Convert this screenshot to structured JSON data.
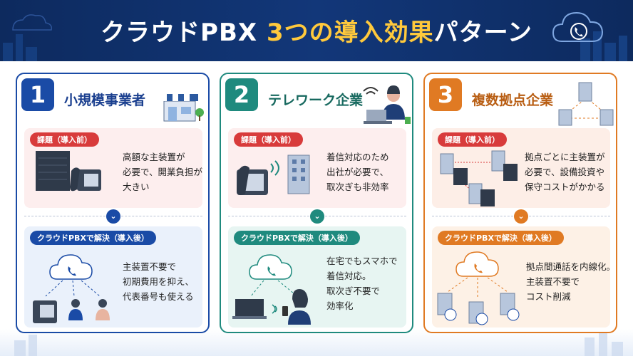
{
  "title": {
    "main": "クラウドPBX",
    "highlight": "3つの導入効果",
    "suffix": "パターン"
  },
  "cards": [
    {
      "number": "1",
      "title": "小規模事業者",
      "before_label": "課題（導入前）",
      "before_lines": [
        "高額な主装置が",
        "必要で、開業負担が",
        "大きい"
      ],
      "after_label": "クラウドPBXで解決（導入後）",
      "after_lines": [
        "主装置不要で",
        "初期費用を抑え、",
        "代表番号も使える"
      ]
    },
    {
      "number": "2",
      "title": "テレワーク企業",
      "before_label": "課題（導入前）",
      "before_lines": [
        "着信対応のため",
        "出社が必要で、",
        "取次ぎも非効率"
      ],
      "after_label": "クラウドPBXで解決（導入後）",
      "after_lines": [
        "在宅でもスマホで",
        "着信対応。",
        "取次ぎ不要で",
        "効率化"
      ]
    },
    {
      "number": "3",
      "title": "複数拠点企業",
      "before_label": "課題（導入前）",
      "before_lines": [
        "拠点ごとに主装置が",
        "必要で、設備投資や",
        "保守コストがかかる"
      ],
      "after_label": "クラウドPBXで解決（導入後）",
      "after_lines": [
        "拠点間通話を内線化。",
        "主装置不要で",
        "コスト削減"
      ]
    }
  ],
  "colors": {
    "navy": "#0d2a5e",
    "accent_yellow": "#ffc93c",
    "blue": "#1a4ba6",
    "teal": "#1f8a7e",
    "orange": "#e07a23",
    "red": "#d83b3b"
  },
  "icons": [
    "cloud-phone-icon",
    "shop-icon",
    "desk-phone-icon",
    "server-icon",
    "person-icon",
    "building-icon",
    "smartphone-icon",
    "laptop-icon",
    "wifi-icon",
    "chevron-down-icon"
  ]
}
